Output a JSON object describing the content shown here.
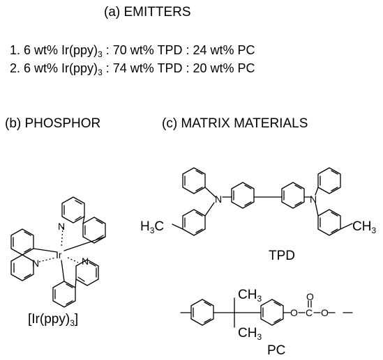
{
  "section_a": {
    "heading": "(a) EMITTERS",
    "emitters": [
      {
        "num": "1.",
        "pre": "6 wt% Ir(ppy)",
        "sub": "3",
        "post": " : 70 wt% TPD : 24 wt% PC"
      },
      {
        "num": "2.",
        "pre": "6 wt% Ir(ppy)",
        "sub": "3",
        "post": " : 74 wt% TPD : 20 wt% PC"
      }
    ]
  },
  "section_b": {
    "heading": "(b) PHOSPHOR",
    "caption_pre": "[Ir(ppy)",
    "caption_sub": "3",
    "caption_post": "]",
    "atom_n": "N",
    "atom_ir": "Ir"
  },
  "section_c": {
    "heading": "(c) MATRIX  MATERIALS",
    "tpd": {
      "caption": "TPD",
      "atom_n": "N",
      "left_methyl_pre": "H",
      "left_methyl_sub": "3",
      "left_methyl_post": "C",
      "right_methyl_pre": "CH",
      "right_methyl_sub": "3"
    },
    "pc": {
      "caption": "PC",
      "methyl_pre": "CH",
      "methyl_sub": "3",
      "atom_o": "O",
      "atom_c": "C"
    }
  }
}
